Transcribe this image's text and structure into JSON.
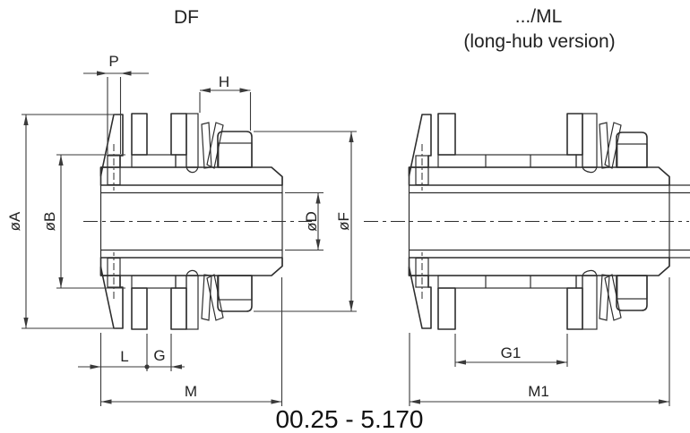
{
  "colors": {
    "background": "#ffffff",
    "outline": "#2e2e2e",
    "dimension_lines": "#3a3a3a",
    "text": "#222222",
    "fill_sleeve": "#e8e8e8",
    "fill_spacer": "#c6c6c6",
    "fill_seat": "#bfbfbf",
    "fill_seal_face": "#6f6f6f"
  },
  "left_drawing": {
    "title": "DF",
    "dims": {
      "p": "P",
      "h": "H",
      "dia_a": "øA",
      "dia_b": "øB",
      "dia_d": "øD",
      "dia_f": "øF",
      "l": "L",
      "g": "G",
      "m": "M"
    }
  },
  "right_drawing": {
    "title": ".../ML",
    "subtitle": "(long-hub version)",
    "dims": {
      "g1": "G1",
      "m1": "M1"
    }
  },
  "footer": {
    "code": "00.25 - 5.170"
  }
}
